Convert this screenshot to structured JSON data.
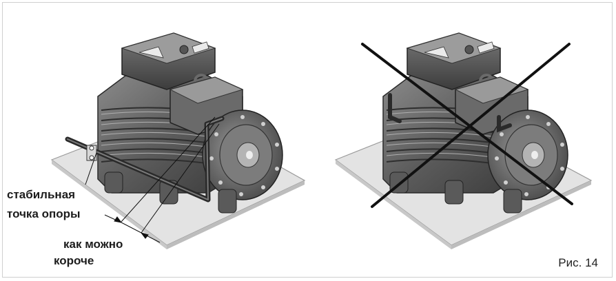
{
  "labels": {
    "stable_support_line1": "стабильная",
    "stable_support_line2": "точка опоры",
    "short_line1": "как можно",
    "short_line2": "короче"
  },
  "figure_number": "Рис. 14",
  "colors": {
    "plate": "#e3e3e3",
    "plate_edge": "#9a9a9a",
    "body_dark": "#4a4a4a",
    "body_mid": "#6e6e6e",
    "body_light": "#a8a8a8",
    "pipe": "#2a2a2a",
    "cross": "#111111"
  },
  "icons": {
    "left": "compressor-with-supported-pipe",
    "right": "compressor-unsupported-crossed-out"
  }
}
